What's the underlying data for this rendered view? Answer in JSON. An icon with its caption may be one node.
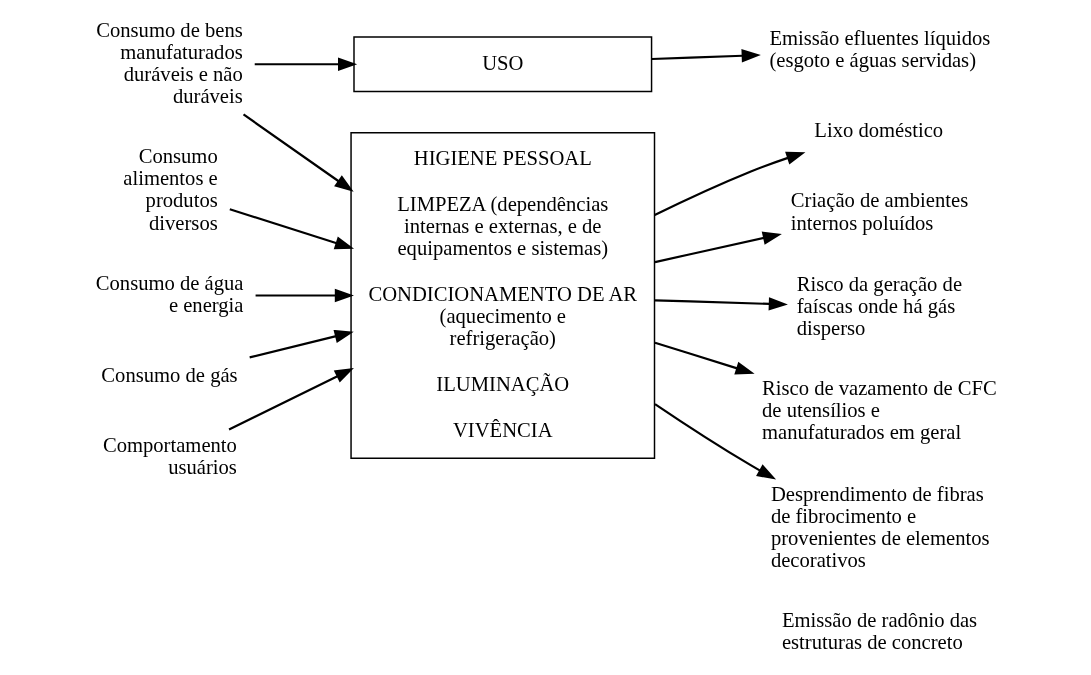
{
  "diagram": {
    "nodes": [
      {
        "text": [
          "USO"
        ]
      },
      {
        "text": [
          "HIGIENE PESSOAL",
          "LIMPEZA (dependências internas e externas, e de equipamentos e sistemas)",
          "CONDICIONAMENTO DE AR (aquecimento e refrigeração)",
          "ILUMINAÇÃO",
          "VIVÊNCIA"
        ]
      },
      {
        "text": [
          "Consumo de bens manufaturados duráveis e não duráveis"
        ]
      },
      {
        "text": [
          "Consumo alimentos e produtos diversos"
        ]
      },
      {
        "text": [
          "Consumo de água e energia"
        ]
      },
      {
        "text": [
          "Consumo de gás"
        ]
      },
      {
        "text": [
          "Comportamento usuários"
        ]
      },
      {
        "text": [
          "Emissão efluentes líquidos (esgoto e águas servidas)"
        ]
      },
      {
        "text": [
          "Lixo doméstico"
        ]
      },
      {
        "text": [
          "Criação de ambientes internos poluídos"
        ]
      },
      {
        "text": [
          "Risco da geração de faíscas onde há gás disperso"
        ]
      },
      {
        "text": [
          "Risco de vazamento de CFC de utensílios e manufaturados em geral"
        ]
      },
      {
        "text": [
          "Desprendimento de fibras de fibrocimento e provenientes de elementos decorativos"
        ]
      }
    ],
    "edges": [
      {
        "from": 2,
        "to": 0,
        "arrow": "to"
      },
      {
        "from": 2,
        "to": 1,
        "arrow": "to"
      },
      {
        "from": 3,
        "to": 1,
        "arrow": "to"
      },
      {
        "from": 4,
        "to": 1,
        "arrow": "to"
      },
      {
        "from": 5,
        "to": 1,
        "arrow": "to"
      },
      {
        "from": 6,
        "to": 1,
        "arrow": "to"
      },
      {
        "from": 0,
        "to": 7,
        "arrow": "to"
      },
      {
        "from": 1,
        "to": 8,
        "arrow": "to"
      },
      {
        "from": 1,
        "to": 9,
        "arrow": "to"
      },
      {
        "from": 1,
        "to": 10,
        "arrow": "to"
      },
      {
        "from": 1,
        "to": 11,
        "arrow": "to"
      },
      {
        "from": 1,
        "to": 12,
        "arrow": "to"
      }
    ],
    "labels": [
      "Emissão de radônio das estruturas de concreto"
    ]
  }
}
